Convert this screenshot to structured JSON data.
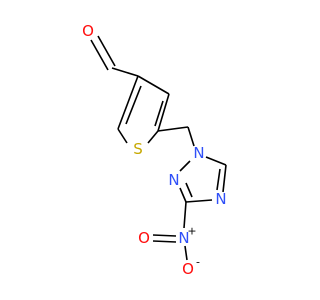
{
  "molecule": {
    "colors": {
      "bond": "#000000",
      "oxygen": "#FF0D0D",
      "sulfur": "#C6A800",
      "nitrogen": "#3050F8"
    },
    "atoms": {
      "aldehyde_o": "O",
      "ring_s": "S",
      "n1": "N",
      "n2": "N",
      "n4": "N",
      "nitro_n": "N",
      "nitro_n_charge": "+",
      "nitro_o_double": "O",
      "nitro_o_single": "O",
      "nitro_o_charge": "-"
    }
  }
}
